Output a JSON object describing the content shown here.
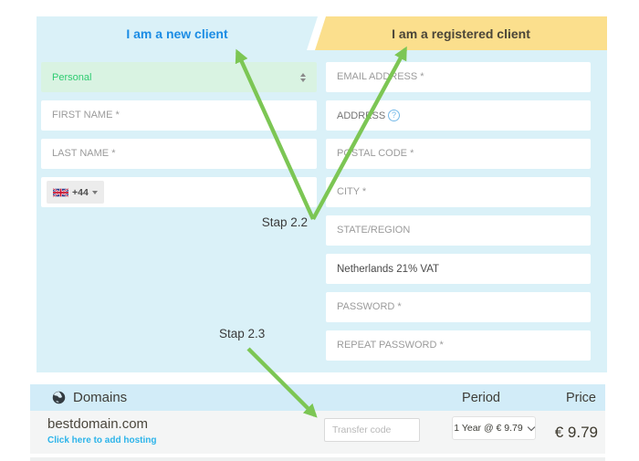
{
  "tabs": {
    "new_client": "I am a new client",
    "registered_client": "I am a registered client"
  },
  "form": {
    "left": {
      "account_type_value": "Personal",
      "first_name_placeholder": "FIRST NAME *",
      "last_name_placeholder": "LAST NAME *",
      "phone_prefix": "+44"
    },
    "right": {
      "email_placeholder": "EMAIL ADDRESS *",
      "address_placeholder": "ADDRESS *",
      "postal_placeholder": "POSTAL CODE *",
      "city_placeholder": "CITY *",
      "state_placeholder": "STATE/REGION",
      "vat_value": "Netherlands 21% VAT",
      "password_placeholder": "PASSWORD *",
      "repeat_password_placeholder": "REPEAT PASSWORD *"
    }
  },
  "annotations": {
    "step_22": "Stap 2.2",
    "step_23": "Stap 2.3"
  },
  "icons": {
    "address_help_glyph": "?"
  },
  "domains": {
    "header": {
      "title": "Domains",
      "period": "Period",
      "price": "Price"
    },
    "rows": [
      {
        "domain": "bestdomain.com",
        "hosting_link": "Click here to add hosting",
        "transfer_placeholder": "Transfer code",
        "period_value": "1 Year @ € 9.79",
        "price": "€ 9.79"
      }
    ]
  },
  "colors": {
    "panel_bg": "#daf1f8",
    "tab_registered_bg": "#fbdf8d",
    "tab_new_text": "#1b8ce4",
    "tab_registered_text": "#4a4538",
    "account_select_bg": "#d9f3e2",
    "account_select_text": "#2ecc71",
    "arrow_green": "#7cc654",
    "hosting_link_blue": "#2cb4ea",
    "domains_header_bg": "#d2ecf8",
    "domain_row_bg": "#f4f5f5"
  }
}
